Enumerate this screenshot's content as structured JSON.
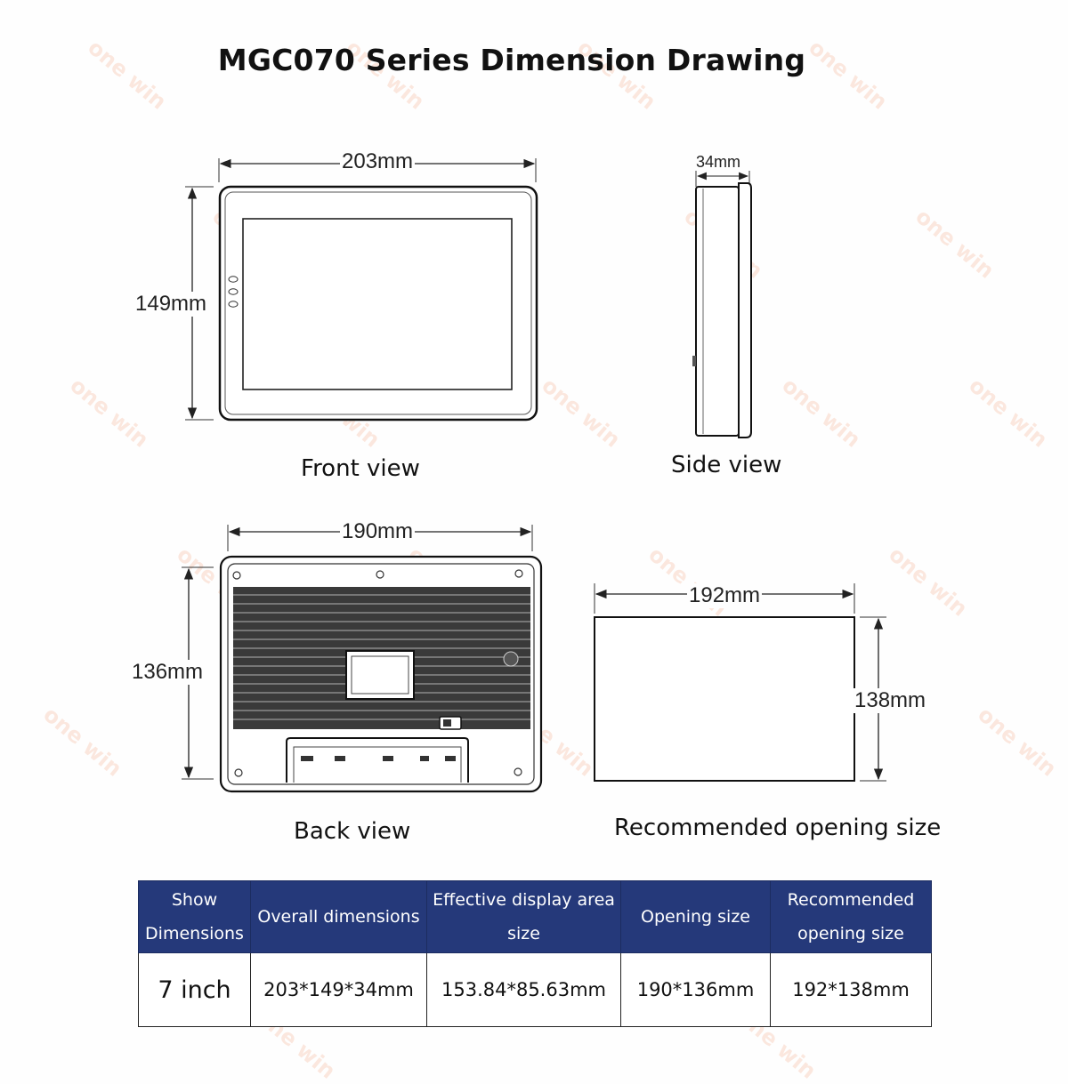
{
  "title": "MGC070 Series Dimension Drawing",
  "front_view": {
    "width_label": "203mm",
    "height_label": "149mm",
    "caption": "Front view"
  },
  "side_view": {
    "depth_label": "34mm",
    "caption": "Side view"
  },
  "back_view": {
    "width_label": "190mm",
    "height_label": "136mm",
    "caption": "Back view"
  },
  "opening": {
    "width_label": "192mm",
    "height_label": "138mm",
    "caption": "Recommended opening size"
  },
  "table": {
    "headers": [
      "Show Dimensions",
      "Overall dimensions",
      "Effective display area size",
      "Opening size",
      "Recommended opening size"
    ],
    "rows": [
      [
        "7 inch",
        "203*149*34mm",
        "153.84*85.63mm",
        "190*136mm",
        "192*138mm"
      ]
    ]
  },
  "colors": {
    "table_header_bg": "#25397a",
    "table_header_text": "#ffffff",
    "watermark": "#f0966e"
  }
}
